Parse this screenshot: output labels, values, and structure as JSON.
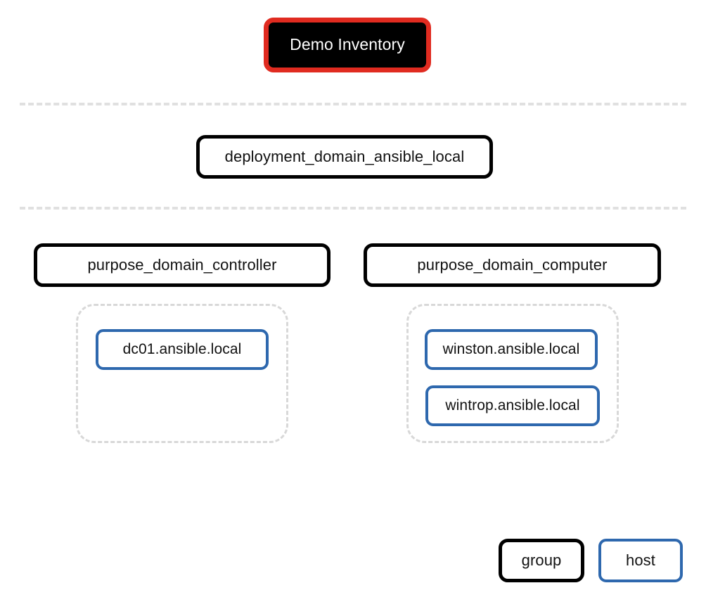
{
  "diagram": {
    "title": "Demo Inventory",
    "background_color": "#ffffff",
    "colors": {
      "root_fill": "#000000",
      "root_text": "#ffffff",
      "root_border": "#e02b20",
      "group_border": "#000000",
      "host_border": "#2e68ae",
      "container_border": "#d8d8d8",
      "separator": "#e0e0e0",
      "text": "#111111"
    }
  },
  "root": {
    "label": "Demo Inventory"
  },
  "tier_separators": [
    {
      "name": "separator-top"
    },
    {
      "name": "separator-middle"
    }
  ],
  "deployment": {
    "label": "deployment_domain_ansible_local"
  },
  "groups": [
    {
      "label": "purpose_domain_controller",
      "hosts": [
        {
          "label": "dc01.ansible.local"
        }
      ]
    },
    {
      "label": "purpose_domain_computer",
      "hosts": [
        {
          "label": "winston.ansible.local"
        },
        {
          "label": "wintrop.ansible.local"
        }
      ]
    }
  ],
  "legend": {
    "group_label": "group",
    "host_label": "host"
  }
}
